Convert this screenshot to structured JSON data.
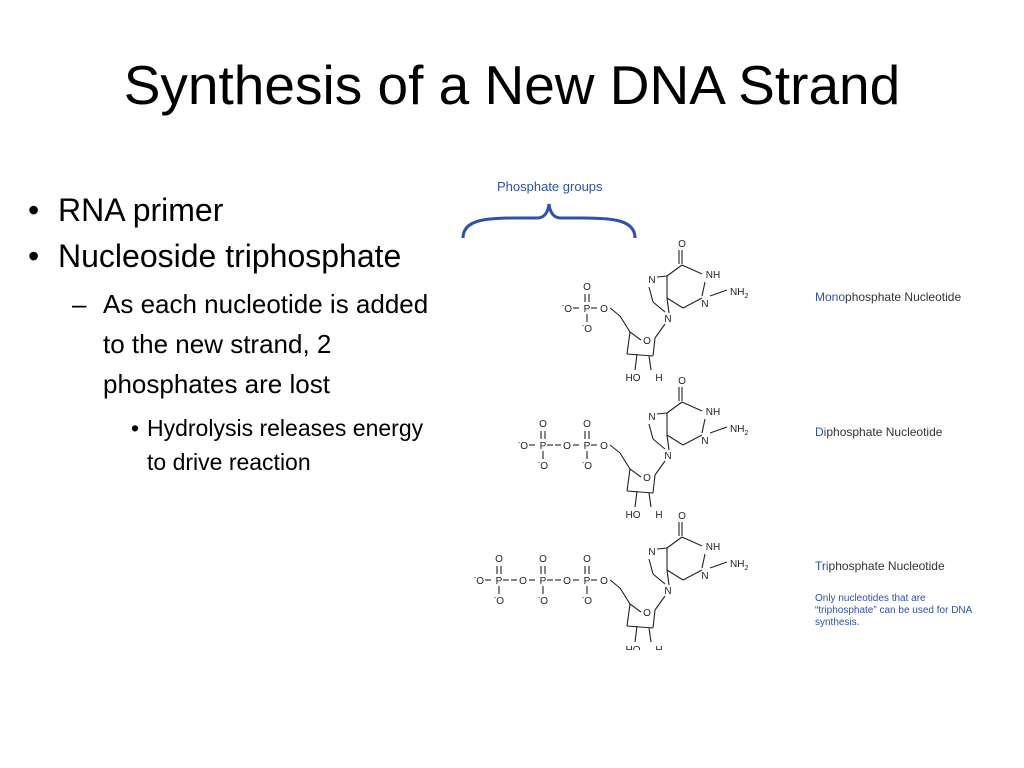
{
  "slide": {
    "title": "Synthesis of a New DNA Strand"
  },
  "bullets": {
    "item1": "RNA primer",
    "item2": "Nucleoside triphosphate",
    "sub1": "As each nucleotide is added to the new strand, 2 phosphates are lost",
    "subsub1": "Hydrolysis releases energy to drive reaction",
    "marker_level1": "•",
    "marker_level2": "–",
    "marker_level3": "•"
  },
  "figure": {
    "phosphate_label": "Phosphate groups",
    "nucleotides": [
      {
        "prefix": "Mono",
        "rest": "phosphate Nucleotide"
      },
      {
        "prefix": "Di",
        "rest": "phosphate Nucleotide"
      },
      {
        "prefix": "Tri",
        "rest": "phosphate Nucleotide"
      }
    ],
    "note": "Only nucleotides that are “triphosphate” can be used for DNA synthesis.",
    "atoms": {
      "O": "O",
      "NH": "NH",
      "NH2": "NH",
      "sub2": "2",
      "N": "N",
      "P": "P",
      "Ominus": "O",
      "minus": "-",
      "HO": "HO",
      "H": "H"
    }
  },
  "colors": {
    "accent_blue": "#2d52a8",
    "text": "#000000",
    "background": "#ffffff"
  }
}
